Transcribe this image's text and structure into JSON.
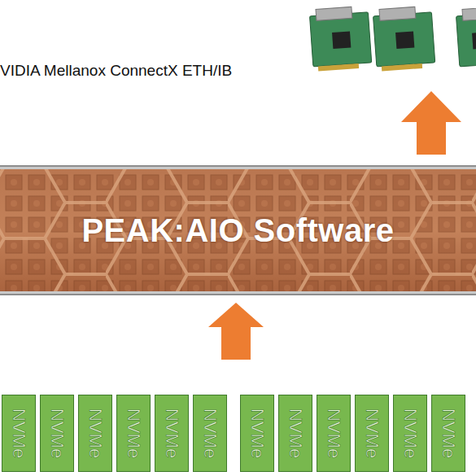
{
  "diagram": {
    "nodes": [
      {
        "text": [
          "PEAK:AIO Software"
        ]
      },
      {
        "text": [
          "NVMe"
        ]
      },
      {
        "text": [
          "NVMe"
        ]
      },
      {
        "text": [
          "NVMe"
        ]
      },
      {
        "text": [
          "NVMe"
        ]
      },
      {
        "text": [
          "NVMe"
        ]
      },
      {
        "text": [
          "NVMe"
        ]
      },
      {
        "text": [
          "NVMe"
        ]
      },
      {
        "text": [
          "NVMe"
        ]
      },
      {
        "text": [
          "NVMe"
        ]
      },
      {
        "text": [
          "NVMe"
        ]
      },
      {
        "text": [
          "NVMe"
        ]
      },
      {
        "text": [
          "NVMe"
        ]
      }
    ],
    "labels": [
      "VIDIA Mellanox ConnectX ETH/IB"
    ]
  }
}
